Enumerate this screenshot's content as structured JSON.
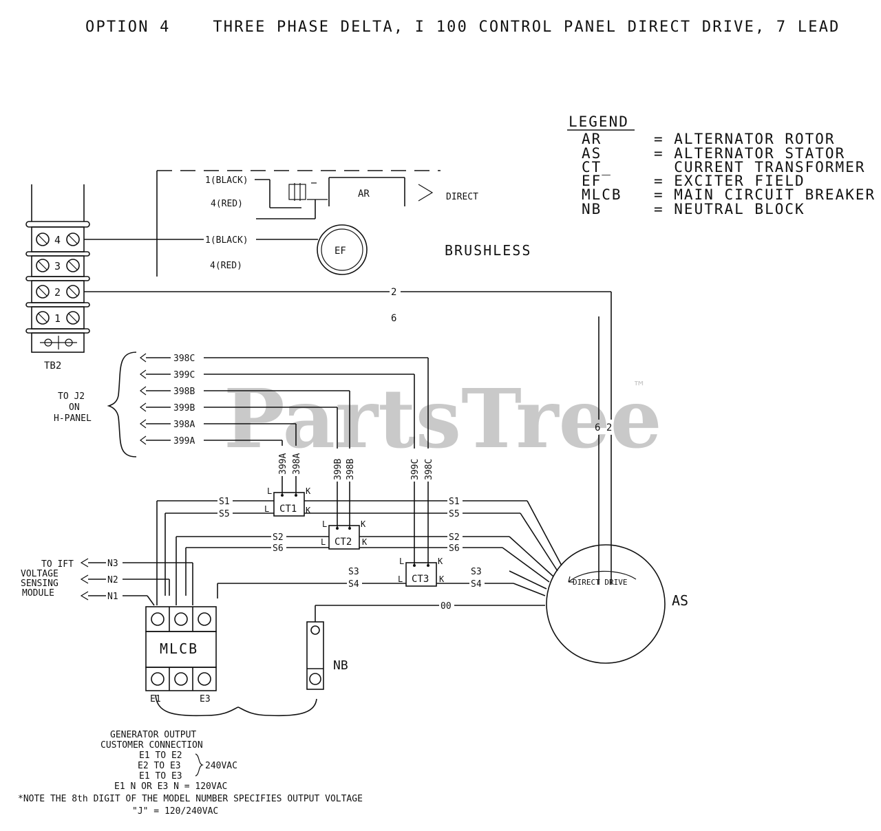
{
  "title": "OPTION 4    THREE PHASE DELTA, I 100 CONTROL PANEL DIRECT DRIVE, 7 LEAD",
  "watermark": {
    "text": "PartsTree",
    "mark": "™"
  },
  "legend": {
    "heading": "LEGEND",
    "items": [
      {
        "abbr": "AR",
        "desc": "= ALTERNATOR ROTOR"
      },
      {
        "abbr": "AS",
        "desc": "= ALTERNATOR STATOR"
      },
      {
        "abbr": "CT_",
        "desc": "  CURRENT TRANSFORMER"
      },
      {
        "abbr": "EF",
        "desc": "= EXCITER FIELD"
      },
      {
        "abbr": "MLCB",
        "desc": "= MAIN CIRCUIT BREAKER"
      },
      {
        "abbr": "NB",
        "desc": "= NEUTRAL BLOCK"
      }
    ]
  },
  "terminal_block": {
    "name": "TB2",
    "terminals": [
      "4",
      "3",
      "2",
      "1"
    ]
  },
  "upper_wires": {
    "black_top": "1(BLACK)",
    "red_top": "4(RED)",
    "black_ef": "1(BLACK)",
    "red_ef": "4(RED)",
    "ar_label": "AR",
    "direct_label": "DIRECT",
    "ef_label": "EF",
    "brushless": "BRUSHLESS",
    "wire_2": "2",
    "wire_6": "6",
    "wire_6_2": "6 2"
  },
  "h_panel": {
    "label_lines": [
      "TO J2",
      "ON",
      "H-PANEL"
    ],
    "wires": [
      "398C",
      "399C",
      "398B",
      "399B",
      "398A",
      "399A"
    ]
  },
  "ct_vertical_labels": [
    "399A",
    "398A",
    "399B",
    "398B",
    "399C",
    "398C"
  ],
  "cts": [
    {
      "name": "CT1",
      "top_left": "L",
      "top_right": "K",
      "bot_left": "L",
      "bot_right": "K"
    },
    {
      "name": "CT2",
      "top_left": "L",
      "top_right": "K",
      "bot_left": "L",
      "bot_right": "K"
    },
    {
      "name": "CT3",
      "top_left": "L",
      "top_right": "K",
      "bot_left": "L",
      "bot_right": "K"
    }
  ],
  "stator_leads": {
    "left": [
      "S1",
      "S5",
      "S2",
      "S6",
      "S3",
      "S4"
    ],
    "right": [
      "S1",
      "S5",
      "S2",
      "S6",
      "S3",
      "S4"
    ],
    "neutral": "00"
  },
  "sensing": {
    "label_lines": [
      "TO IFT",
      "VOLTAGE",
      "SENSING",
      "MODULE"
    ],
    "wires": [
      "N3",
      "N2",
      "N1"
    ]
  },
  "mlcb": {
    "label": "MLCB",
    "left_term": "E1",
    "right_term": "E3"
  },
  "nb": {
    "label": "NB"
  },
  "stator": {
    "label": "AS",
    "drive": "DIRECT DRIVE"
  },
  "notes": {
    "heading1": "GENERATOR OUTPUT",
    "heading2": "CUSTOMER CONNECTION",
    "line1": "E1 TO E2",
    "line2": "E2 TO E3",
    "line3": "E1 TO E3",
    "voltage": "240VAC",
    "line4": "E1 N OR E3 N = 120VAC",
    "note": "*NOTE THE 8th DIGIT OF THE MODEL NUMBER SPECIFIES OUTPUT VOLTAGE",
    "note2": "\"J\" = 120/240VAC"
  }
}
